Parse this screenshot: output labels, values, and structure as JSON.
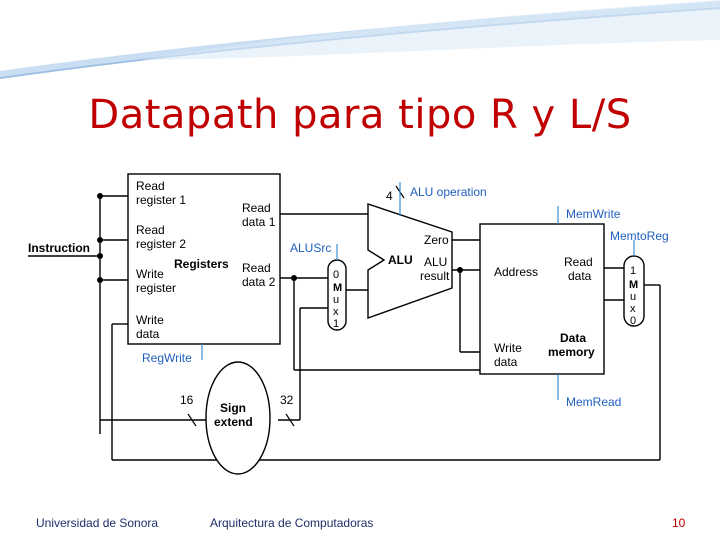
{
  "slide": {
    "title": "Datapath para tipo R y L/S",
    "footer_left": "Universidad de Sonora",
    "footer_center": "Arquitectura de Computadoras",
    "page_number": "10"
  },
  "diagram": {
    "instruction": "Instruction",
    "registers": {
      "read_register_1": [
        "Read",
        "register 1"
      ],
      "read_register_2": [
        "Read",
        "register 2"
      ],
      "write_register": [
        "Write",
        "register"
      ],
      "write_data": [
        "Write",
        "data"
      ],
      "name": "Registers",
      "read_data_1": [
        "Read",
        "data 1"
      ],
      "read_data_2": [
        "Read",
        "data 2"
      ]
    },
    "reg_write": "RegWrite",
    "alu_src": "ALUSrc",
    "alu_op_bits": "4",
    "alu_operation": "ALU operation",
    "alu": {
      "name": "ALU",
      "zero": "Zero",
      "result": [
        "ALU",
        "result"
      ]
    },
    "mux_alu": [
      "0",
      "M",
      "u",
      "x",
      "1"
    ],
    "mem_write": "MemWrite",
    "mem_to_reg": "MemtoReg",
    "memory": {
      "address": "Address",
      "read_data": [
        "Read",
        "data"
      ],
      "write_data": [
        "Write",
        "data"
      ],
      "name": [
        "Data",
        "memory"
      ]
    },
    "mux_mem": [
      "1",
      "M",
      "u",
      "x",
      "0"
    ],
    "mem_read": "MemRead",
    "sign_extend": {
      "name": [
        "Sign",
        "extend"
      ],
      "in_bits": "16",
      "out_bits": "32"
    }
  },
  "colors": {
    "title": "#c00000",
    "footer": "#1f2f6b",
    "control_label": "#1f5fbf",
    "control_line": "#3a8fd0",
    "diagram_bg": "#ffffff",
    "deco_blue": "#b7d3ee"
  }
}
